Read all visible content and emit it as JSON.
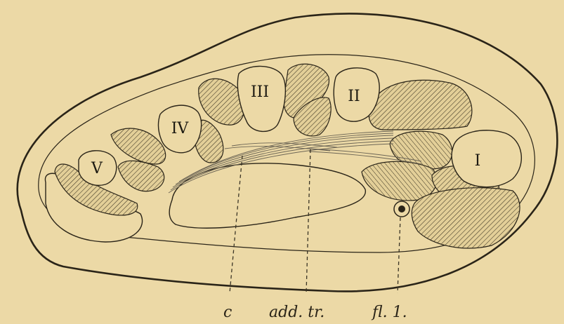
{
  "figure": {
    "bone_labels": [
      "I",
      "II",
      "III",
      "IV",
      "V"
    ],
    "captions": {
      "c": "c",
      "add_tr": "add. tr.",
      "fl1": "fl. 1."
    },
    "colors": {
      "paper": "#ecd9a6",
      "ink": "#2a2418"
    }
  }
}
